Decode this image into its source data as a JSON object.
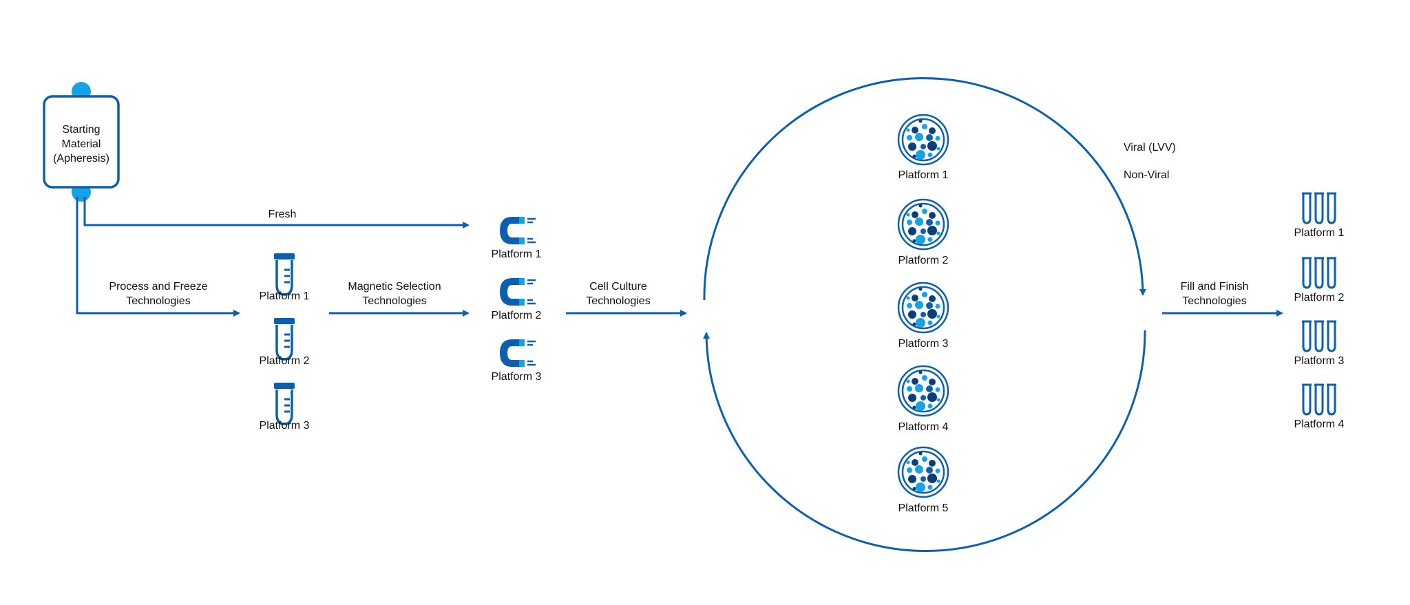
{
  "colors": {
    "primary": "#0b5fae",
    "accent": "#16a2e6",
    "dark": "#0a3f7a"
  },
  "starting_material": {
    "line1": "Starting",
    "line2": "Material",
    "line3": "(Apheresis)",
    "icon": "iv-bag-icon"
  },
  "flows": {
    "fresh": "Fresh",
    "process_freeze": {
      "line1": "Process and Freeze",
      "line2": "Technologies"
    },
    "magnetic_selection": {
      "line1": "Magnetic Selection",
      "line2": "Technologies"
    },
    "cell_culture": {
      "line1": "Cell Culture",
      "line2": "Technologies"
    },
    "fill_finish": {
      "line1": "Fill and Finish",
      "line2": "Technologies"
    }
  },
  "freeze_platforms": {
    "icon": "cryovial-icon",
    "items": [
      "Platform 1",
      "Platform 2",
      "Platform 3"
    ]
  },
  "magnetic_platforms": {
    "icon": "magnet-icon",
    "items": [
      "Platform 1",
      "Platform 2",
      "Platform 3"
    ]
  },
  "culture_platforms": {
    "icon": "petri-dish-icon",
    "items": [
      "Platform 1",
      "Platform 2",
      "Platform 3",
      "Platform 4",
      "Platform 5"
    ]
  },
  "transduction": {
    "viral": "Viral (LVV)",
    "non_viral": "Non-Viral"
  },
  "fill_platforms": {
    "icon": "test-tubes-icon",
    "items": [
      "Platform 1",
      "Platform 2",
      "Platform 3",
      "Platform 4"
    ]
  }
}
